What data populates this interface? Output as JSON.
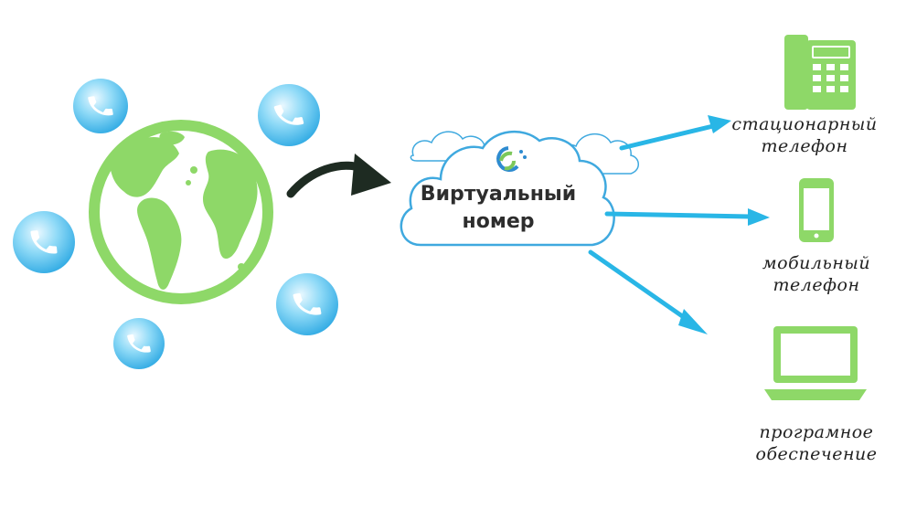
{
  "diagram": {
    "center": {
      "line1": "Виртуальный",
      "line2": "номер"
    },
    "devices": [
      {
        "id": "landline",
        "line1": "стационарный",
        "line2": "телефон"
      },
      {
        "id": "mobile",
        "line1": "мобильный",
        "line2": "телефон"
      },
      {
        "id": "software",
        "line1": "програмное",
        "line2": "обеспечение"
      }
    ]
  },
  "colors": {
    "green": "#8ed868",
    "green_dark": "#7cc85a",
    "blue_arrow": "#29b6e6",
    "bubble": "#4fc3f0",
    "cloud_stroke": "#3fa9df",
    "arrow_dark": "#1e2b22"
  },
  "icons": [
    "globe-icon",
    "phone-bubble-icon",
    "cloud-icon",
    "curved-arrow-icon",
    "desk-phone-icon",
    "mobile-phone-icon",
    "laptop-icon",
    "logo-icon"
  ]
}
